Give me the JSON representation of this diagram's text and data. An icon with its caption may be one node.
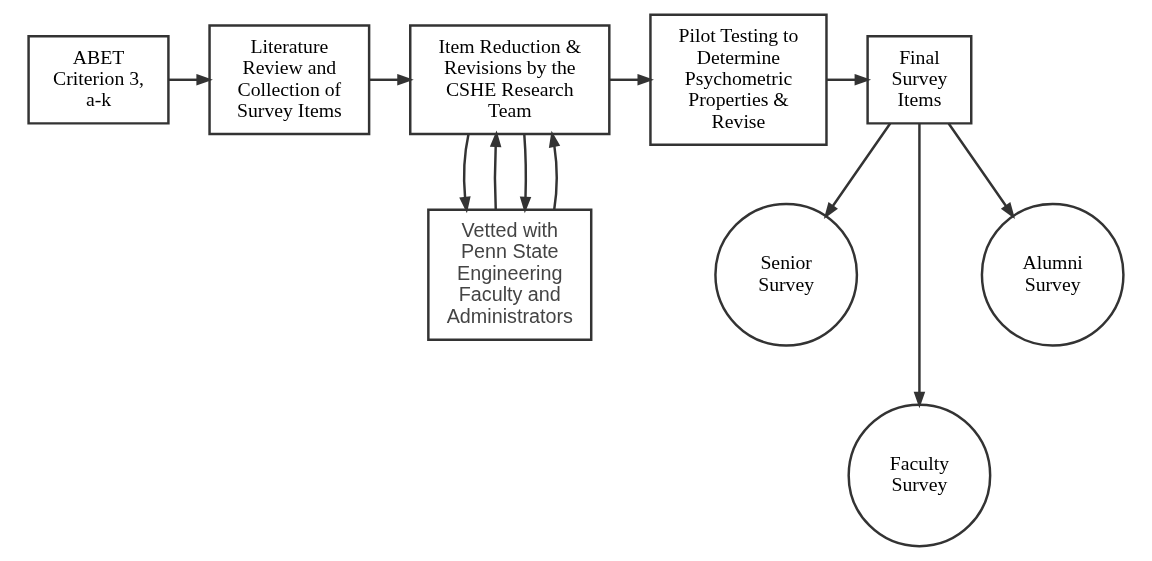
{
  "diagram": {
    "nodes": [
      {
        "text": [
          "ABET Criterion 3, a-k"
        ]
      },
      {
        "text": [
          "Literature Review and Collection of Survey Items"
        ]
      },
      {
        "text": [
          "Item Reduction & Revisions by the CSHE Research Team"
        ]
      },
      {
        "text": [
          "Pilot Testing to Determine Psychometric Properties & Revise"
        ]
      },
      {
        "text": [
          "Final Survey Items"
        ]
      },
      {
        "text": [
          "Vetted with Penn State Engineering Faculty and Administrators"
        ]
      },
      {
        "text": [
          "Senior Survey"
        ]
      },
      {
        "text": [
          "Faculty Survey"
        ]
      },
      {
        "text": [
          "Alumni Survey"
        ]
      }
    ],
    "edges": [
      {
        "from": 0,
        "to": 1,
        "arrow": "to"
      },
      {
        "from": 1,
        "to": 2,
        "arrow": "to"
      },
      {
        "from": 2,
        "to": 3,
        "arrow": "to"
      },
      {
        "from": 3,
        "to": 4,
        "arrow": "to"
      },
      {
        "from": 2,
        "to": 5,
        "arrow": "to"
      },
      {
        "from": 5,
        "to": 2,
        "arrow": "to"
      },
      {
        "from": 2,
        "to": 5,
        "arrow": "to"
      },
      {
        "from": 5,
        "to": 2,
        "arrow": "to"
      },
      {
        "from": 4,
        "to": 6,
        "arrow": "to"
      },
      {
        "from": 4,
        "to": 7,
        "arrow": "to"
      },
      {
        "from": 4,
        "to": 8,
        "arrow": "to"
      }
    ]
  }
}
